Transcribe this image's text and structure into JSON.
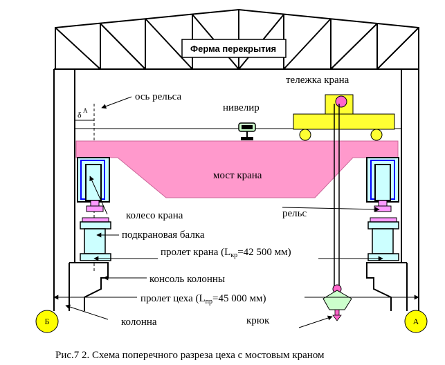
{
  "labels": {
    "truss": "Ферма перекрытия",
    "rail_axis": "ось рельса",
    "level": "нивелир",
    "trolley": "тележка крана",
    "bridge": "мост крана",
    "wheel": "колесо крана",
    "rail": "рельс",
    "crane_beam": "подкрановая балка",
    "crane_span_prefix": "пролет крана (L",
    "crane_span_sub": "кр",
    "crane_span_suffix": "=42 500 мм)",
    "console": "консоль колонны",
    "shop_span_prefix": "пролет цеха (L",
    "shop_span_sub": "пр",
    "shop_span_suffix": "=45 000 мм)",
    "column": "колонна",
    "hook": "крюк",
    "delta": "δ",
    "delta_sup": "A"
  },
  "axes": {
    "left": "Б",
    "right": "А"
  },
  "caption": "Рис.7 2. Схема поперечного разреза цеха с мостовым краном",
  "colors": {
    "bridge": "#ff99cc",
    "trolley": "#ffff33",
    "hook_block": "#ccffcc",
    "beam": "#ccffff",
    "beam_blue": "#0000ff",
    "axis_circle": "#ffff00",
    "hook_pink": "#ff66cc",
    "wheel_pink": "#ff99ff"
  }
}
